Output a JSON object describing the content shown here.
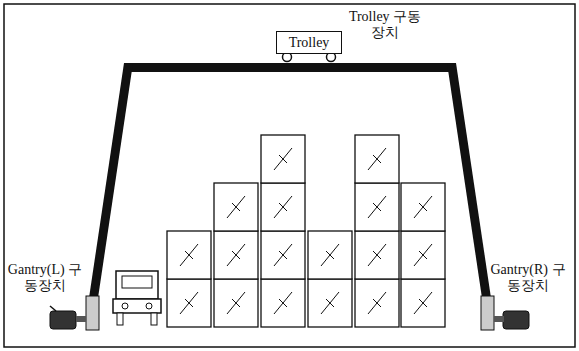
{
  "diagram": {
    "nodes": [
      {
        "text": [
          "Trolley"
        ]
      }
    ],
    "labels": [
      "Trolley 구동장치",
      "Gantry(L) 구동장치",
      "Gantry(R) 구동장치"
    ]
  }
}
